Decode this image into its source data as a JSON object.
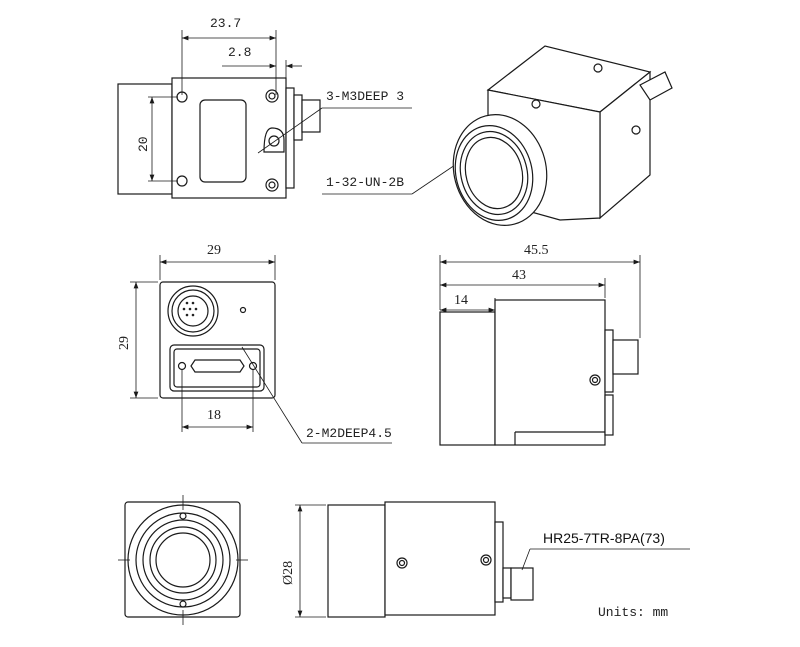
{
  "dimensions": {
    "top_width": "23.7",
    "top_offset": "2.8",
    "top_height": "20",
    "front_width": "29",
    "front_height": "29",
    "front_hole_spacing": "18",
    "side_total": "45.5",
    "side_body": "43",
    "side_lens": "14",
    "diameter": "Ø28"
  },
  "callouts": {
    "top_holes": "3-M3DEEP 3",
    "lens_thread": "1-32-UN-2B",
    "rear_holes": "2-M2DEEP4.5",
    "connector": "HR25-7TR-8PA(73)"
  },
  "units": "Units: mm"
}
